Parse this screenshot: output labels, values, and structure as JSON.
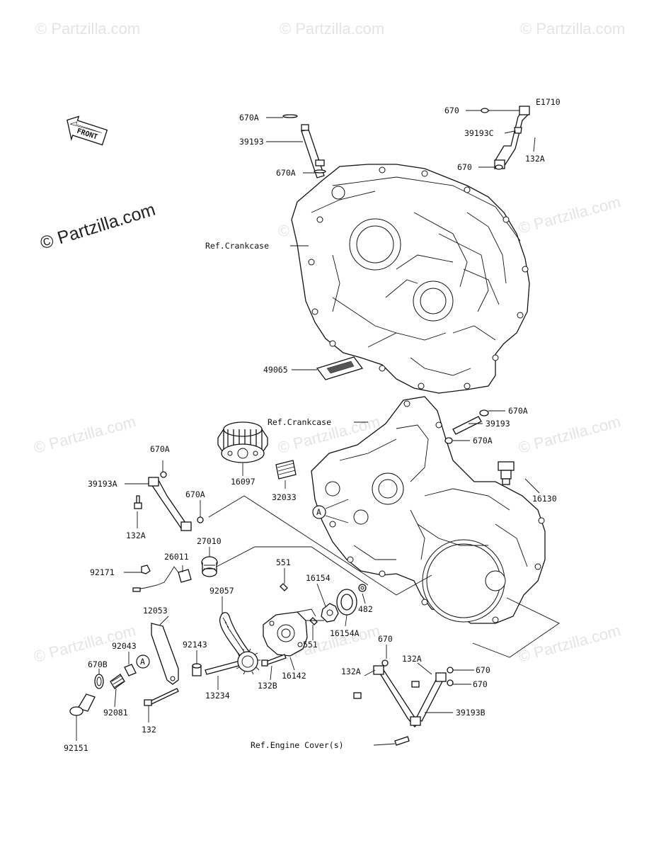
{
  "diagram_code": "E1710",
  "front_label": "FRONT",
  "watermark_main": "© Partzilla.com",
  "watermark_faint": "© Partzilla.com",
  "callouts": {
    "c670A_1": "670A",
    "c39193_1": "39193",
    "c670A_2": "670A",
    "c670_1": "670",
    "c39193C": "39193C",
    "c670_2": "670",
    "c132A_1": "132A",
    "refCrankcase1": "Ref.Crankcase",
    "c49065": "49065",
    "refCrankcase2": "Ref.Crankcase",
    "c670A_3": "670A",
    "c39193_2": "39193",
    "c670A_4": "670A",
    "c670A_5": "670A",
    "c16097": "16097",
    "c39193A": "39193A",
    "c670A_6": "670A",
    "c32033": "32033",
    "c16130": "16130",
    "c132A_2": "132A",
    "c27010": "27010",
    "c26011": "26011",
    "c92171": "92171",
    "c551_1": "551",
    "c16154": "16154",
    "c92057": "92057",
    "c482": "482",
    "c12053": "12053",
    "c16154A": "16154A",
    "c551_2": "551",
    "c92043": "92043",
    "c92143": "92143",
    "c670_3": "670",
    "c132A_3": "132A",
    "c670B": "670B",
    "c132A_4": "132A",
    "c670_4": "670",
    "c16142": "16142",
    "c670_5": "670",
    "c132B": "132B",
    "c13234": "13234",
    "c92081": "92081",
    "c39193B": "39193B",
    "c132": "132",
    "c92151": "92151",
    "refEngineCover": "Ref.Engine Cover(s)",
    "markerA_1": "A",
    "markerA_2": "A"
  }
}
